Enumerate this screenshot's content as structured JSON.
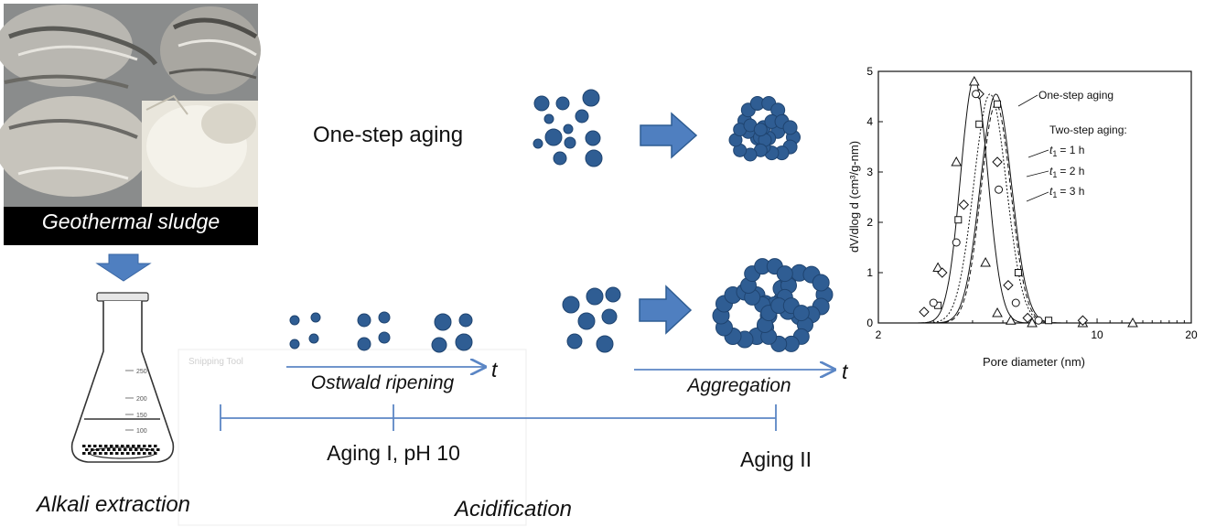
{
  "photo": {
    "caption": "Geothermal sludge"
  },
  "labels": {
    "alkali": "Alkali extraction",
    "acidification": "Acidification",
    "one_step": "One-step aging",
    "ostwald": "Ostwald ripening",
    "aggregation": "Aggregation",
    "aging1": "Aging I, pH 10",
    "aging2": "Aging II",
    "t1": "t",
    "t2": "t",
    "snip": "Snipping Tool"
  },
  "flask": {
    "marks": [
      "250",
      "200",
      "150",
      "100"
    ]
  },
  "colors": {
    "particle": "#2f5d93",
    "arrow": "#4f7fc0",
    "line": "#5b86c5"
  },
  "chart_data": {
    "type": "line",
    "xlabel": "Pore diameter (nm)",
    "ylabel": "dV/dlog d (cm³/g-nm)",
    "xscale": "log",
    "xlim": [
      2,
      20
    ],
    "ylim": [
      0,
      5
    ],
    "xticks": [
      2,
      10,
      20
    ],
    "yticks": [
      0,
      1,
      2,
      3,
      4,
      5
    ],
    "legend": {
      "one_step": "One-step aging",
      "two_step_title": "Two-step aging:",
      "t_sym": "t",
      "t_sub": "1",
      "entries": [
        "= 1 h",
        "= 2 h",
        "= 3 h"
      ]
    },
    "series": [
      {
        "marker": "triangle",
        "x": [
          3.1,
          3.55,
          4.05,
          4.4,
          4.8,
          5.3,
          6.2,
          9.0,
          13.0
        ],
        "y": [
          1.1,
          3.2,
          4.8,
          1.2,
          0.2,
          0.05,
          0,
          0,
          0
        ]
      },
      {
        "marker": "diamond",
        "x": [
          2.8,
          3.2,
          3.75,
          4.2,
          4.8,
          5.2,
          6.0,
          9.0
        ],
        "y": [
          0.22,
          1.0,
          2.35,
          4.55,
          3.2,
          0.75,
          0.1,
          0.05
        ]
      },
      {
        "marker": "square",
        "x": [
          3.1,
          3.6,
          4.2,
          4.8,
          5.6,
          7.0
        ],
        "y": [
          0.35,
          2.05,
          3.95,
          4.35,
          1.0,
          0.05
        ]
      },
      {
        "marker": "circle",
        "x": [
          3.0,
          3.55,
          4.1,
          4.85,
          5.5,
          6.5
        ],
        "y": [
          0.4,
          1.6,
          4.55,
          2.65,
          0.4,
          0.05
        ]
      }
    ]
  }
}
